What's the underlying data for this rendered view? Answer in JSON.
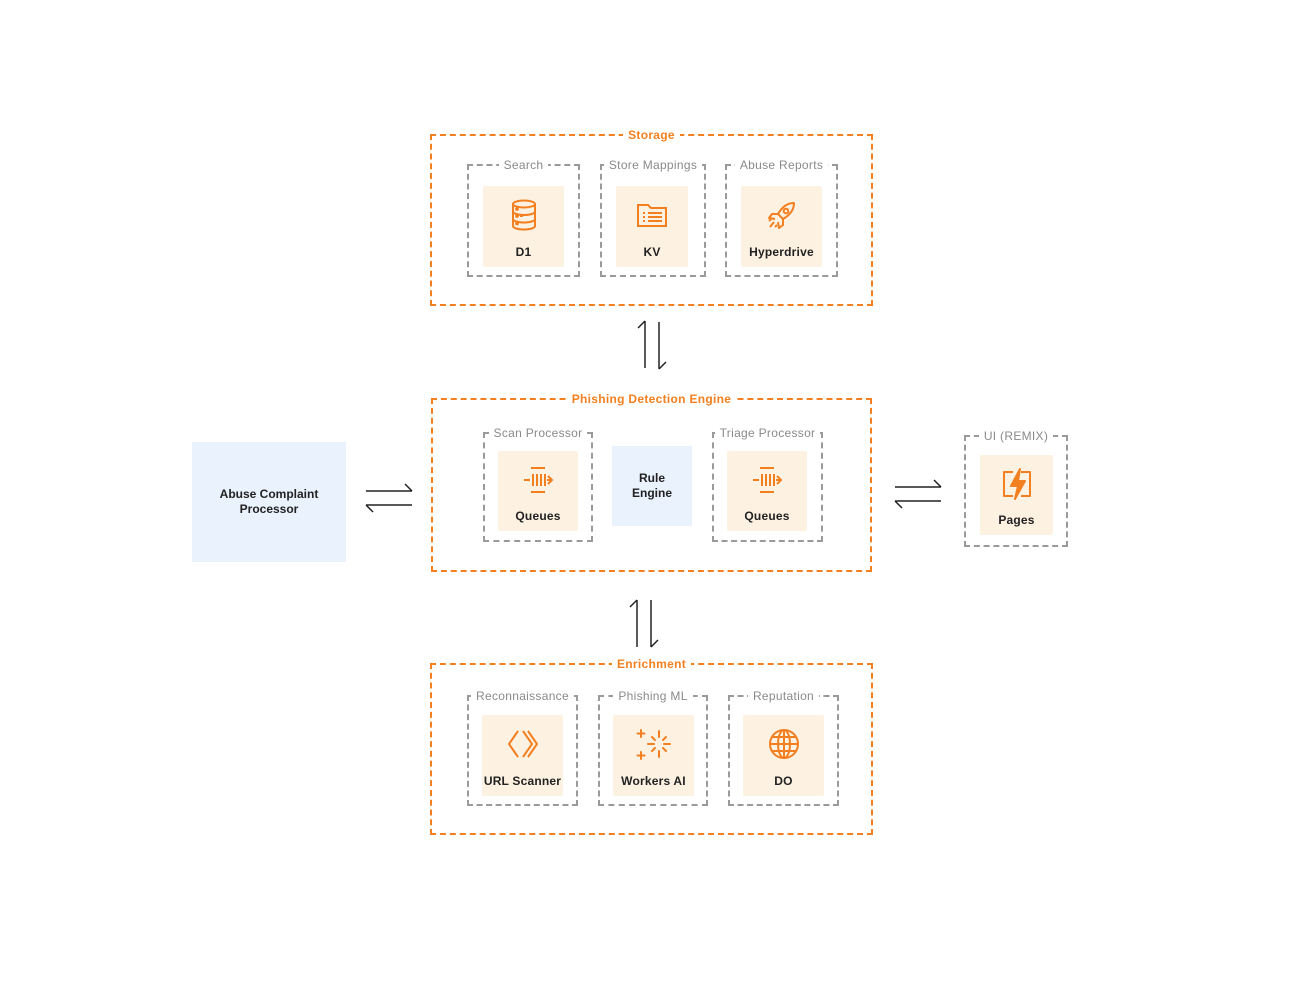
{
  "colors": {
    "accent": "#f38020",
    "tile_bg": "#fdf1e2",
    "blue_bg": "#eaf2fe",
    "gray_border": "#9a9a9a"
  },
  "storage": {
    "title": "Storage",
    "search": {
      "label": "Search",
      "service": "D1",
      "icon": "database-icon"
    },
    "mappings": {
      "label": "Store Mappings",
      "service": "KV",
      "icon": "kv-list-icon"
    },
    "reports": {
      "label": "Abuse Reports",
      "service": "Hyperdrive",
      "icon": "rocket-icon"
    }
  },
  "engine": {
    "title": "Phishing Detection Engine",
    "scan": {
      "label": "Scan Processor",
      "service": "Queues",
      "icon": "queues-icon"
    },
    "rule": {
      "label": "Rule Engine"
    },
    "triage": {
      "label": "Triage Processor",
      "service": "Queues",
      "icon": "queues-icon"
    }
  },
  "abuse": {
    "label": "Abuse Complaint Processor"
  },
  "ui": {
    "label": "UI (REMIX)",
    "service": "Pages",
    "icon": "pages-bolt-icon"
  },
  "enrichment": {
    "title": "Enrichment",
    "recon": {
      "label": "Reconnaissance",
      "service": "URL Scanner",
      "icon": "url-scanner-icon"
    },
    "ml": {
      "label": "Phishing ML",
      "service": "Workers AI",
      "icon": "workers-ai-icon"
    },
    "reputation": {
      "label": "Reputation",
      "service": "DO",
      "icon": "globe-icon"
    }
  }
}
